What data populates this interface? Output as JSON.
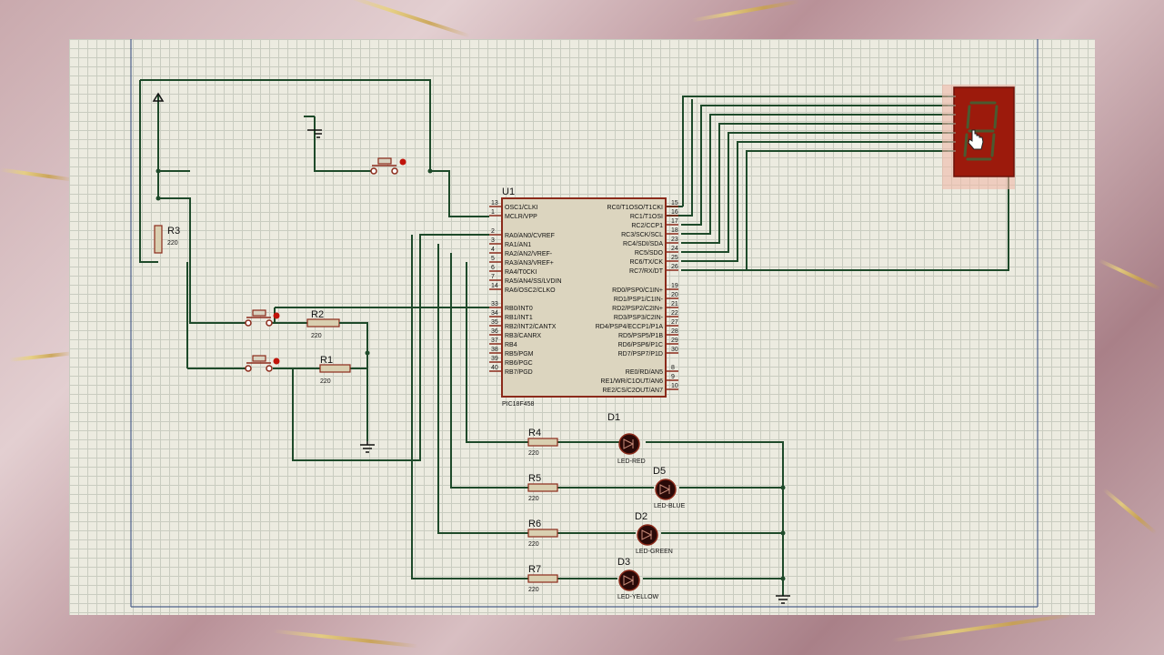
{
  "chip": {
    "ref": "U1",
    "part": "PIC18F458",
    "left_pins": [
      {
        "no": "13",
        "name": "OSC1/CLKI"
      },
      {
        "no": "1",
        "name": "MCLR/VPP"
      },
      {
        "no": "2",
        "name": "RA0/AN0/CVREF"
      },
      {
        "no": "3",
        "name": "RA1/AN1"
      },
      {
        "no": "4",
        "name": "RA2/AN2/VREF-"
      },
      {
        "no": "5",
        "name": "RA3/AN3/VREF+"
      },
      {
        "no": "6",
        "name": "RA4/T0CKI"
      },
      {
        "no": "7",
        "name": "RA5/AN4/SS/LVDIN"
      },
      {
        "no": "14",
        "name": "RA6/OSC2/CLKO"
      },
      {
        "no": "33",
        "name": "RB0/INT0"
      },
      {
        "no": "34",
        "name": "RB1/INT1"
      },
      {
        "no": "35",
        "name": "RB2/INT2/CANTX"
      },
      {
        "no": "36",
        "name": "RB3/CANRX"
      },
      {
        "no": "37",
        "name": "RB4"
      },
      {
        "no": "38",
        "name": "RB5/PGM"
      },
      {
        "no": "39",
        "name": "RB6/PGC"
      },
      {
        "no": "40",
        "name": "RB7/PGD"
      }
    ],
    "right_pins": [
      {
        "no": "15",
        "name": "RC0/T1OSO/T1CKI"
      },
      {
        "no": "16",
        "name": "RC1/T1OSI"
      },
      {
        "no": "17",
        "name": "RC2/CCP1"
      },
      {
        "no": "18",
        "name": "RC3/SCK/SCL"
      },
      {
        "no": "23",
        "name": "RC4/SDI/SDA"
      },
      {
        "no": "24",
        "name": "RC5/SDO"
      },
      {
        "no": "25",
        "name": "RC6/TX/CK"
      },
      {
        "no": "26",
        "name": "RC7/RX/DT"
      },
      {
        "no": "19",
        "name": "RD0/PSP0/C1IN+"
      },
      {
        "no": "20",
        "name": "RD1/PSP1/C1IN-"
      },
      {
        "no": "21",
        "name": "RD2/PSP2/C2IN+"
      },
      {
        "no": "22",
        "name": "RD3/PSP3/C2IN-"
      },
      {
        "no": "27",
        "name": "RD4/PSP4/ECCP1/P1A"
      },
      {
        "no": "28",
        "name": "RD5/PSP5/P1B"
      },
      {
        "no": "29",
        "name": "RD6/PSP6/P1C"
      },
      {
        "no": "30",
        "name": "RD7/PSP7/P1D"
      },
      {
        "no": "8",
        "name": "RE0/RD/AN5"
      },
      {
        "no": "9",
        "name": "RE1/WR/C1OUT/AN6"
      },
      {
        "no": "10",
        "name": "RE2/CS/C2OUT/AN7"
      }
    ]
  },
  "resistors": {
    "r1": {
      "ref": "R1",
      "value": "220"
    },
    "r2": {
      "ref": "R2",
      "value": "220"
    },
    "r3": {
      "ref": "R3",
      "value": "220"
    },
    "r4": {
      "ref": "R4",
      "value": "220"
    },
    "r5": {
      "ref": "R5",
      "value": "220"
    },
    "r6": {
      "ref": "R6",
      "value": "220"
    },
    "r7": {
      "ref": "R7",
      "value": "220"
    }
  },
  "leds": {
    "d1": {
      "ref": "D1",
      "value": "LED-RED"
    },
    "d5": {
      "ref": "D5",
      "value": "LED-BLUE"
    },
    "d2": {
      "ref": "D2",
      "value": "LED-GREEN"
    },
    "d3": {
      "ref": "D3",
      "value": "LED-YELLOW"
    }
  },
  "colors": {
    "wire": "#1e4a2a",
    "component": "#8b2a1a",
    "led_body": "#2a0a08",
    "display_bg": "#9c1a0c",
    "display_glow": "#f0b9a8",
    "sheet": "#ecebe0"
  },
  "icons": {
    "cursor": "hand-pointer-icon",
    "ground": "ground-icon",
    "power": "power-terminal-icon",
    "display": "seven-segment-display-icon"
  }
}
